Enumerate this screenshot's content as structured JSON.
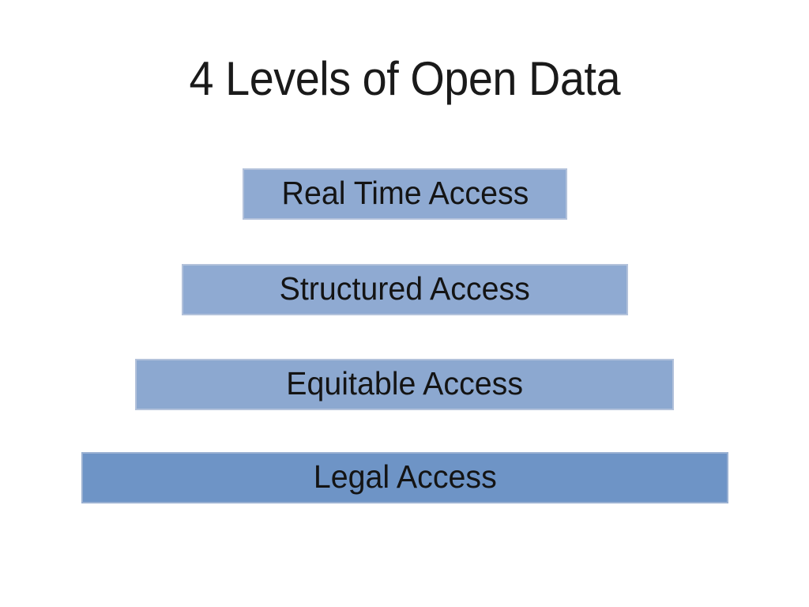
{
  "slide": {
    "title": "4 Levels of Open Data",
    "background_color": "#ffffff",
    "title_color": "#1a1a1a",
    "label_color": "#141414"
  },
  "levels": [
    {
      "label": "Real Time Access",
      "fill": "#8FAAD2",
      "border": "#B3C2DB"
    },
    {
      "label": "Structured Access",
      "fill": "#8FAAD2",
      "border": "#B3C2DB"
    },
    {
      "label": "Equitable Access",
      "fill": "#8CA8D0",
      "border": "#B3C2DB"
    },
    {
      "label": "Legal Access",
      "fill": "#6E94C6",
      "border": "#9AB1D2"
    }
  ]
}
